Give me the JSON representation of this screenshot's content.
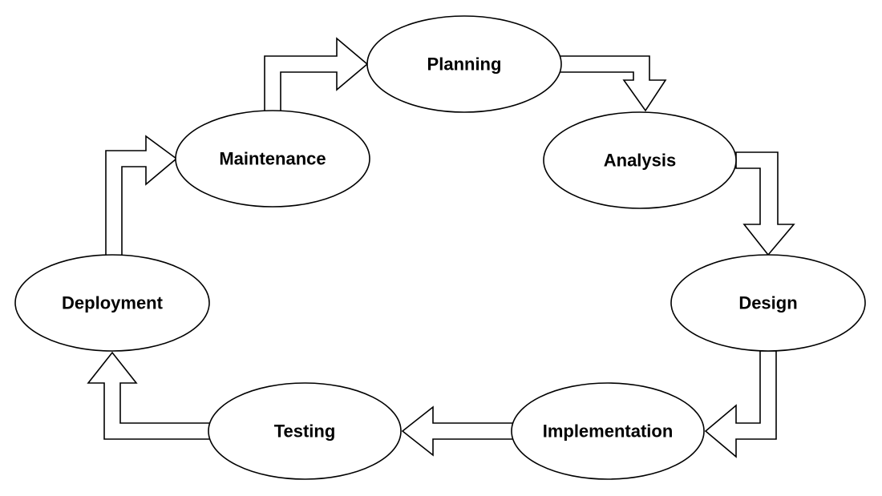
{
  "diagram": {
    "type": "cycle",
    "nodes": [
      {
        "id": "planning",
        "label": "Planning"
      },
      {
        "id": "analysis",
        "label": "Analysis"
      },
      {
        "id": "design",
        "label": "Design"
      },
      {
        "id": "implementation",
        "label": "Implementation"
      },
      {
        "id": "testing",
        "label": "Testing"
      },
      {
        "id": "deployment",
        "label": "Deployment"
      },
      {
        "id": "maintenance",
        "label": "Maintenance"
      }
    ],
    "edges": [
      {
        "from": "planning",
        "to": "analysis"
      },
      {
        "from": "analysis",
        "to": "design"
      },
      {
        "from": "design",
        "to": "implementation"
      },
      {
        "from": "implementation",
        "to": "testing"
      },
      {
        "from": "testing",
        "to": "deployment"
      },
      {
        "from": "deployment",
        "to": "maintenance"
      },
      {
        "from": "maintenance",
        "to": "planning"
      }
    ],
    "colors": {
      "stroke": "#000000",
      "fill": "#ffffff",
      "text": "#000000"
    }
  }
}
